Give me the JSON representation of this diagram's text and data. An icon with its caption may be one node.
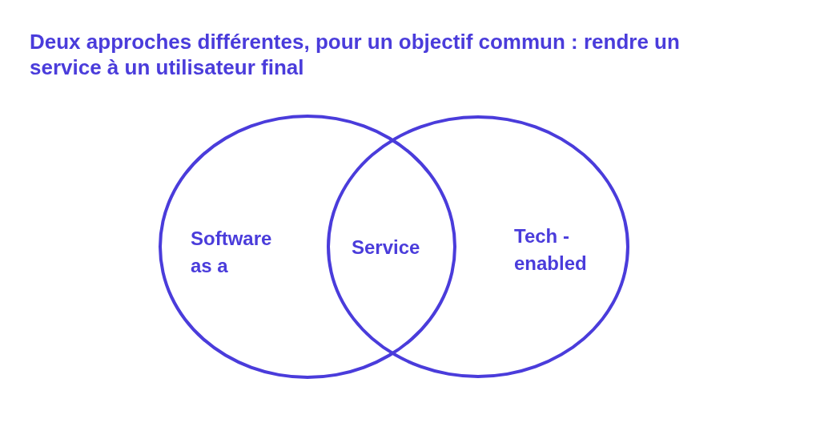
{
  "diagram": {
    "title": "Deux approches différentes, pour un objectif commun : rendre un service à un utilisateur final",
    "nodes": [
      {
        "text": [
          "Software as a"
        ]
      },
      {
        "text": [
          "Tech -enabled"
        ]
      }
    ],
    "labels": [
      "Service"
    ]
  }
}
